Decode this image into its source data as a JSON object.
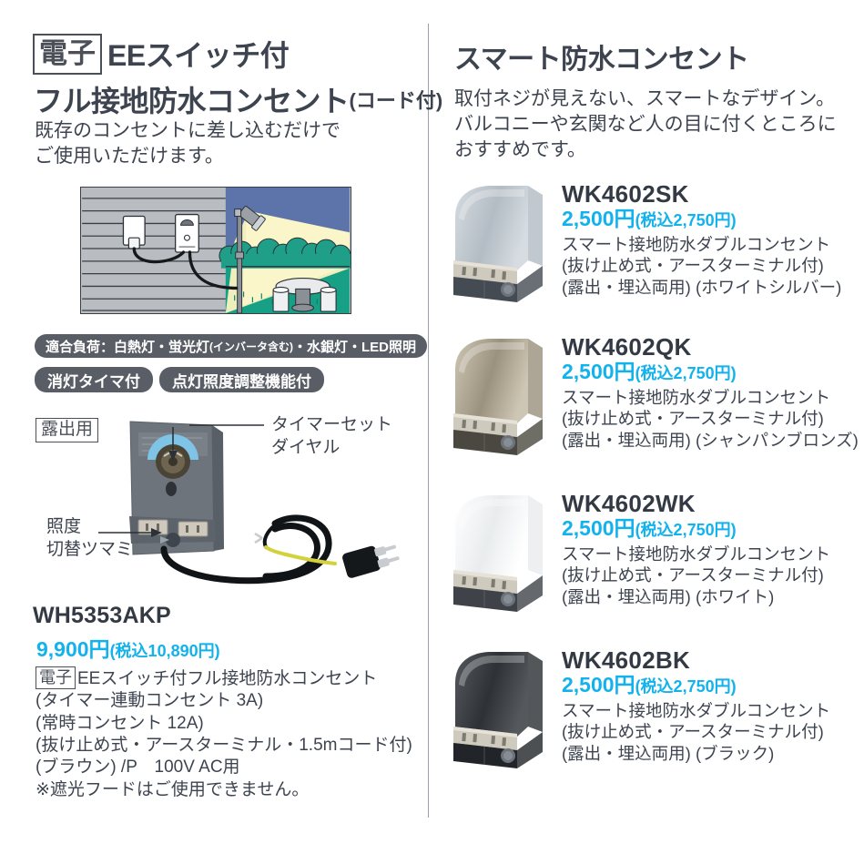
{
  "left": {
    "heading": {
      "tag": "電子",
      "line1": "EEスイッチ付",
      "line2": "フル接地防水コンセント",
      "line2_suffix": "(コード付)"
    },
    "lead_line1": "既存のコンセントに差し込むだけで",
    "lead_line2": "ご使用いただけます。",
    "badges": {
      "load_prefix": "適合負荷：白熱灯・蛍光灯",
      "load_paren": "(インバータ含む)",
      "load_suffix": "・水銀灯・LED照明",
      "timer": "消灯タイマ付",
      "dimmer": "点灯照度調整機能付"
    },
    "photo": {
      "exposed_tag": "露出用",
      "callout_timer_line1": "タイマーセット",
      "callout_timer_line2": "ダイヤル",
      "callout_lux_line1": "照度",
      "callout_lux_line2": "切替ツマミ"
    },
    "product": {
      "model": "WH5353AKP",
      "price": "9,900円",
      "price_tax": "(税込10,890円)",
      "spec_tag": "電子",
      "spec_line1": "EEスイッチ付フル接地防水コンセント",
      "spec_line2": "(タイマー連動コンセント 3A)",
      "spec_line3": "(常時コンセント 12A)",
      "spec_line4": "(抜け止め式・アースターミナル・1.5mコード付)",
      "spec_line5": "(ブラウン) /P　100V AC用",
      "spec_line6": "※遮光フードはご使用できません。"
    }
  },
  "right": {
    "heading": "スマート防水コンセント",
    "lead_line1": "取付ネジが見えない、スマートなデザイン。",
    "lead_line2": "バルコニーや玄関など人の目に付くところに",
    "lead_line3": "おすすめです。",
    "products": [
      {
        "model": "WK4602SK",
        "price": "2,500円",
        "price_tax": "(税込2,750円)",
        "desc1": "スマート接地防水ダブルコンセント",
        "desc2": "(抜け止め式・アースターミナル付)",
        "desc3": "(露出・埋込両用) (ホワイトシルバー)",
        "cover_color": "#b3bcc4",
        "cover_color2": "#d6dce1",
        "body_color": "#454b52"
      },
      {
        "model": "WK4602QK",
        "price": "2,500円",
        "price_tax": "(税込2,750円)",
        "desc1": "スマート接地防水ダブルコンセント",
        "desc2": "(抜け止め式・アースターミナル付)",
        "desc3": "(露出・埋込両用) (シャンパンブロンズ)",
        "cover_color": "#9b917f",
        "cover_color2": "#cec6b4",
        "body_color": "#4a4840"
      },
      {
        "model": "WK4602WK",
        "price": "2,500円",
        "price_tax": "(税込2,750円)",
        "desc1": "スマート接地防水ダブルコンセント",
        "desc2": "(抜け止め式・アースターミナル付)",
        "desc3": "(露出・埋込両用) (ホワイト)",
        "cover_color": "#e9ecee",
        "cover_color2": "#ffffff",
        "body_color": "#3f4349"
      },
      {
        "model": "WK4602BK",
        "price": "2,500円",
        "price_tax": "(税込2,750円)",
        "desc1": "スマート接地防水ダブルコンセント",
        "desc2": "(抜け止め式・アースターミナル付)",
        "desc3": "(露出・埋込両用) (ブラック)",
        "cover_color": "#2e3236",
        "cover_color2": "#55595e",
        "body_color": "#212428"
      }
    ]
  },
  "colors": {
    "accent_price": "#12b2ec",
    "text": "#3d4450",
    "badge_bg": "#595e66",
    "divider": "#9aa0a8"
  }
}
